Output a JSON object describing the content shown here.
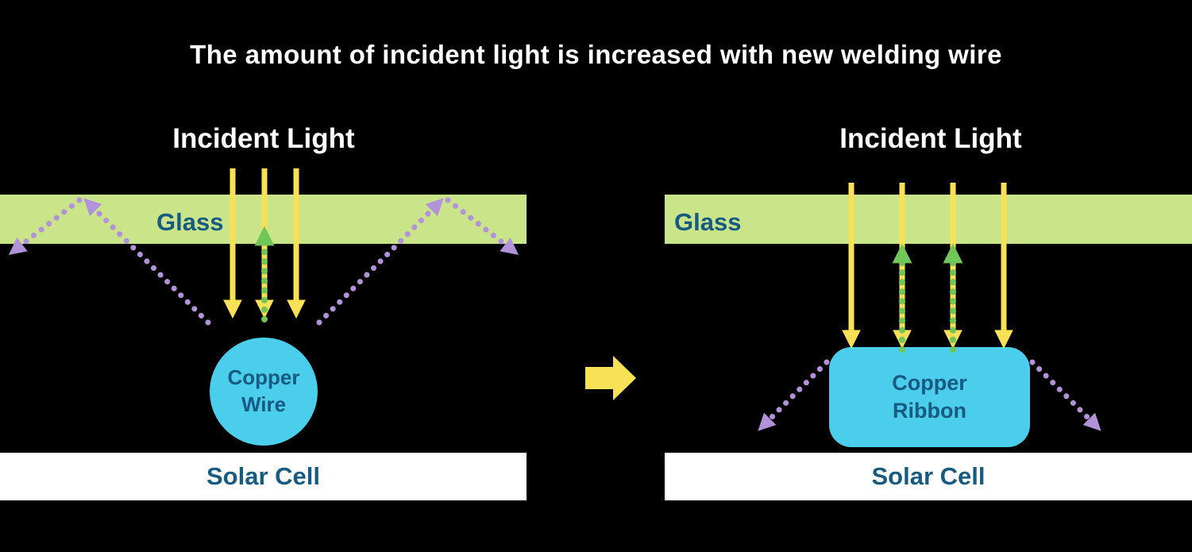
{
  "title": "The amount of incident light is increased with new welding wire",
  "colors": {
    "background": "#000000",
    "title_text": "#ffffff",
    "glass_fill": "#c9e489",
    "label_blue": "#175a82",
    "incident_ray_yellow": "#f8e057",
    "reflected_ray_green": "#70c657",
    "scattered_ray_purple": "#b292d8",
    "copper_cyan": "#4bcdec",
    "solar_cell_white": "#ffffff"
  },
  "left": {
    "incident_light": "Incident Light",
    "glass": "Glass",
    "copper_line1": "Copper",
    "copper_line2": "Wire",
    "solar_cell": "Solar Cell"
  },
  "right": {
    "incident_light": "Incident Light",
    "glass": "Glass",
    "copper_line1": "Copper",
    "copper_line2": "Ribbon",
    "solar_cell": "Solar Cell"
  }
}
